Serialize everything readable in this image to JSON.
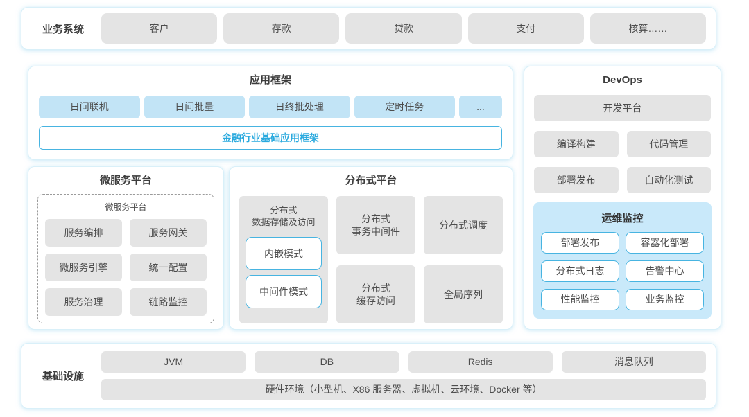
{
  "colors": {
    "panel_border": "#d9f0f9",
    "panel_glow": "#95d3ef",
    "gray_box": "#e4e4e4",
    "blue_box": "#c2e4f6",
    "monitor_panel": "#c9e9fa",
    "accent_border": "#47b4e1",
    "accent_text": "#29a9de",
    "title_text": "#3d3d3d",
    "box_text": "#4d4d4d"
  },
  "business_system": {
    "label": "业务系统",
    "items": [
      "客户",
      "存款",
      "贷款",
      "支付",
      "核算……"
    ]
  },
  "app_framework": {
    "title": "应用框架",
    "items": [
      "日间联机",
      "日间批量",
      "日终批处理",
      "定时任务",
      "..."
    ],
    "base_label": "金融行业基础应用框架"
  },
  "microservice": {
    "title": "微服务平台",
    "inner_title": "微服务平台",
    "items": [
      "服务编排",
      "服务网关",
      "微服务引擎",
      "统一配置",
      "服务治理",
      "链路监控"
    ]
  },
  "distributed": {
    "title": "分布式平台",
    "storage": {
      "label": "分布式\n数据存储及访问",
      "modes": [
        "内嵌模式",
        "中间件模式"
      ]
    },
    "cells": [
      "分布式\n事务中间件",
      "分布式调度",
      "分布式\n缓存访问",
      "全局序列"
    ]
  },
  "devops": {
    "title": "DevOps",
    "platform": "开发平台",
    "items": [
      "编译构建",
      "代码管理",
      "部署发布",
      "自动化测试"
    ],
    "monitoring": {
      "title": "运维监控",
      "items": [
        "部署发布",
        "容器化部署",
        "分布式日志",
        "告警中心",
        "性能监控",
        "业务监控"
      ]
    }
  },
  "infrastructure": {
    "label": "基础设施",
    "items": [
      "JVM",
      "DB",
      "Redis",
      "消息队列"
    ],
    "hardware": "硬件环境（小型机、X86 服务器、虚拟机、云环境、Docker 等）"
  }
}
